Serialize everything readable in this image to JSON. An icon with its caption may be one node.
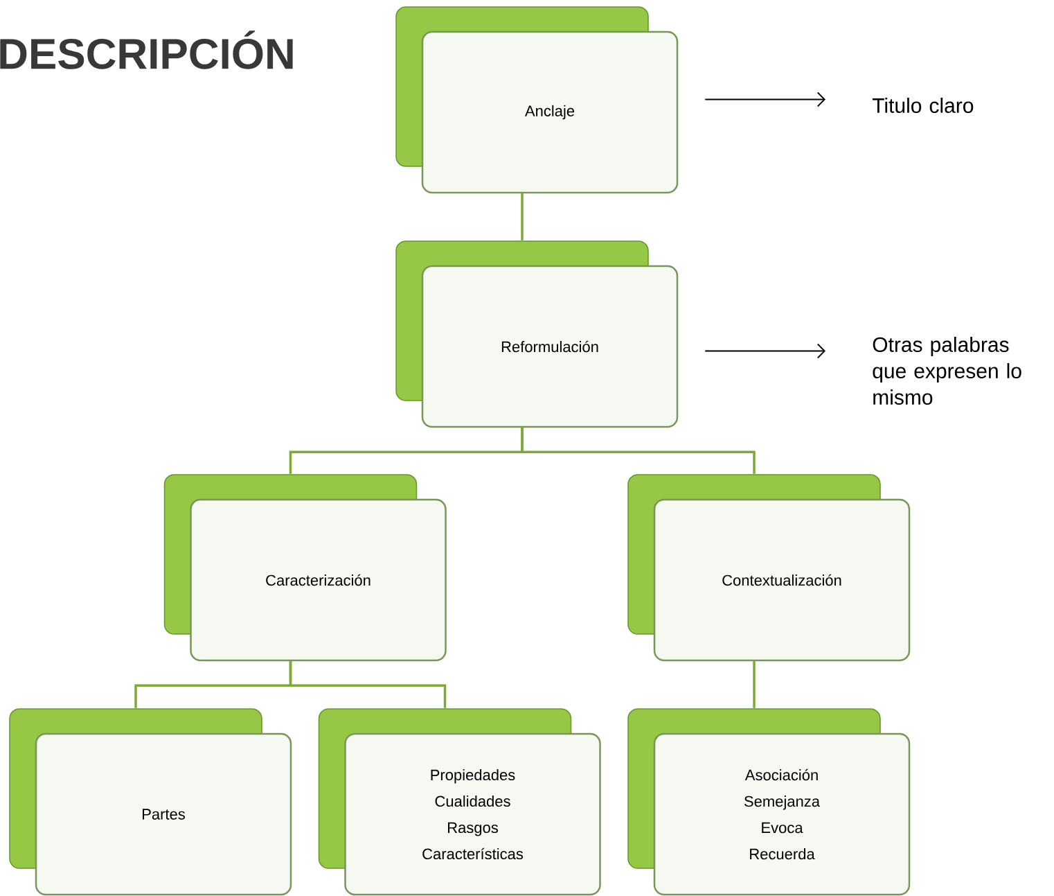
{
  "diagram": {
    "title": "DESCRIPCIÓN",
    "nodes": [
      {
        "text": [
          "Anclaje"
        ]
      },
      {
        "text": [
          "Reformulación"
        ]
      },
      {
        "text": [
          "Caracterización"
        ]
      },
      {
        "text": [
          "Contextualización"
        ]
      },
      {
        "text": [
          "Partes"
        ]
      },
      {
        "text": [
          "Propiedades",
          "Cualidades",
          "Rasgos",
          "Características"
        ]
      },
      {
        "text": [
          "Asociación",
          "Semejanza",
          "Evoca",
          "Recuerda"
        ]
      },
      {
        "text": [
          "Titulo claro"
        ]
      },
      {
        "text": [
          "Otras palabras que expresen lo mismo"
        ]
      }
    ],
    "edges": [
      {
        "from": 0,
        "to": 1,
        "arrow": "none"
      },
      {
        "from": 1,
        "to": 2,
        "arrow": "none"
      },
      {
        "from": 1,
        "to": 3,
        "arrow": "none"
      },
      {
        "from": 2,
        "to": 4,
        "arrow": "none"
      },
      {
        "from": 2,
        "to": 5,
        "arrow": "none"
      },
      {
        "from": 3,
        "to": 6,
        "arrow": "none"
      },
      {
        "from": 0,
        "to": 7,
        "arrow": "to",
        "color": "#000000"
      },
      {
        "from": 1,
        "to": 8,
        "arrow": "to",
        "color": "#000000"
      }
    ]
  }
}
